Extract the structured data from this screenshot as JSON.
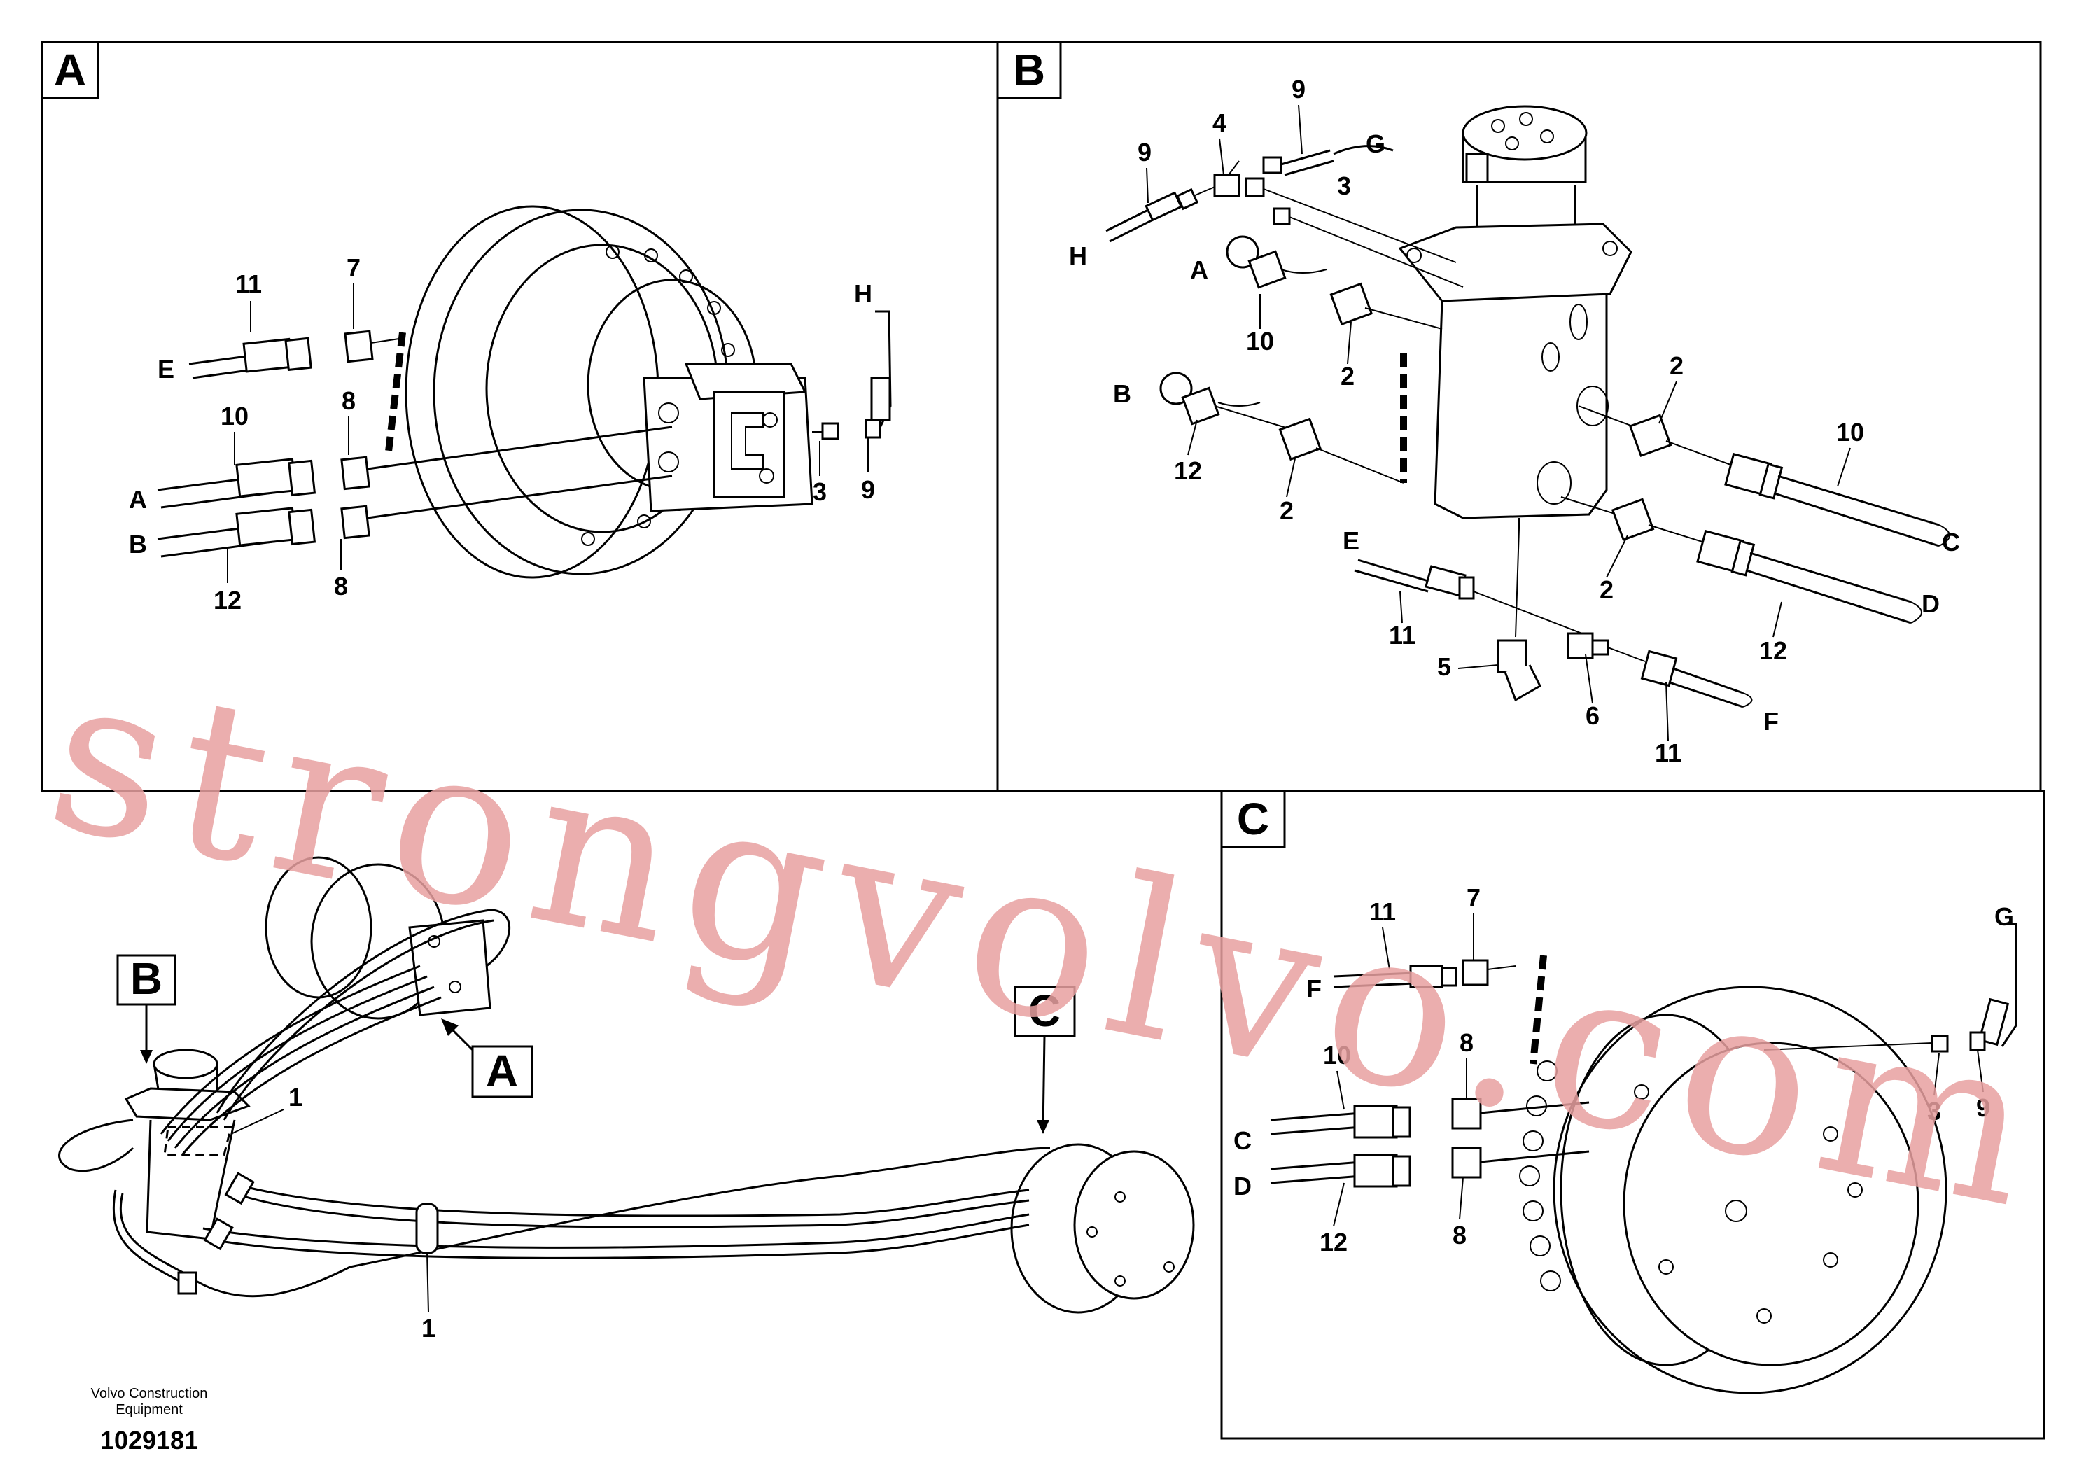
{
  "panels": {
    "A": {
      "tag": "A",
      "labels": [
        "11",
        "7",
        "E",
        "10",
        "8",
        "A",
        "B",
        "12",
        "8",
        "H",
        "3",
        "9"
      ]
    },
    "B": {
      "tag": "B",
      "labels": [
        "9",
        "4",
        "9",
        "G",
        "H",
        "3",
        "A",
        "10",
        "2",
        "B",
        "12",
        "2",
        "2",
        "10",
        "C",
        "E",
        "2",
        "11",
        "12",
        "D",
        "5",
        "6",
        "11",
        "F"
      ]
    },
    "C": {
      "tag": "C",
      "labels": [
        "7",
        "11",
        "F",
        "G",
        "8",
        "10",
        "C",
        "D",
        "12",
        "8",
        "3",
        "9"
      ]
    }
  },
  "overview": {
    "callouts": [
      "B",
      "A",
      "C"
    ],
    "labels": [
      "1",
      "1"
    ]
  },
  "caption": {
    "line1": "Volvo Construction",
    "line2": "Equipment",
    "doc_number": "1029181"
  },
  "watermark": "strongvolvo.com"
}
